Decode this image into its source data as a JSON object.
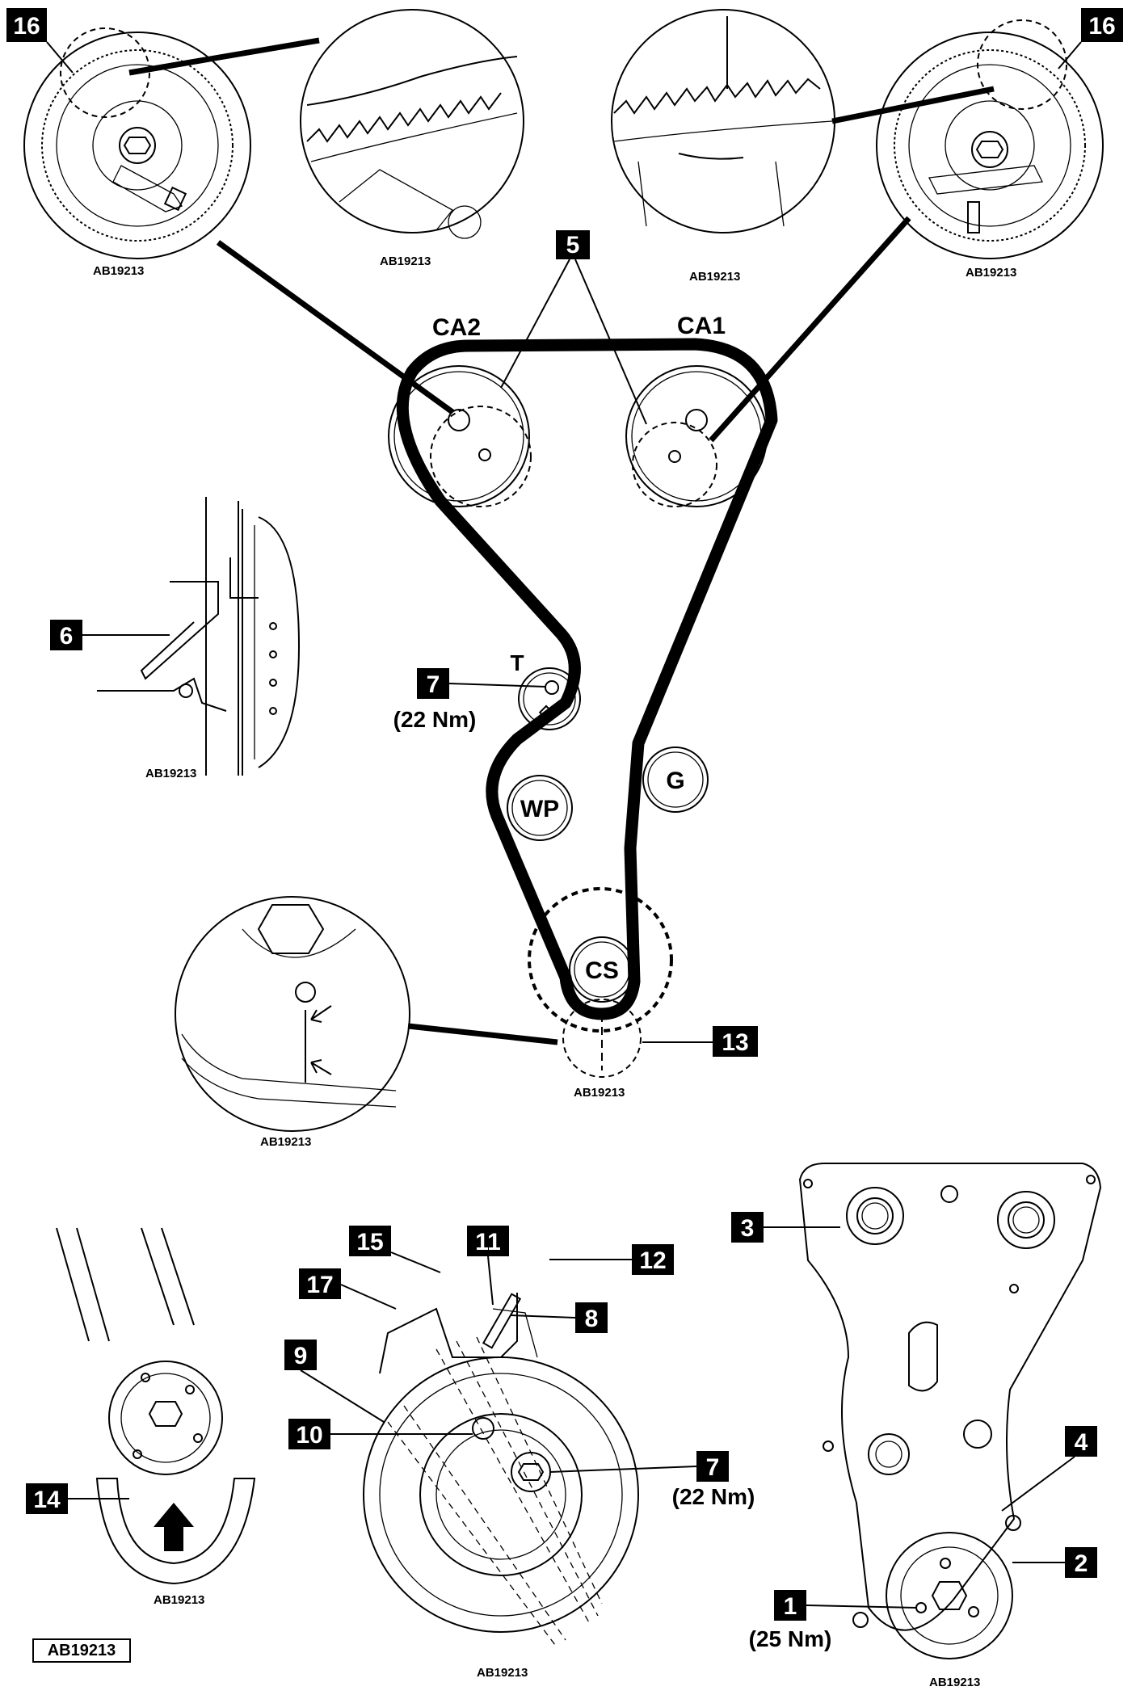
{
  "image_ref": "AB19213",
  "badges": {
    "b1": "1",
    "b2": "2",
    "b3": "3",
    "b4": "4",
    "b5": "5",
    "b6": "6",
    "b7a": "7",
    "b7b": "7",
    "b8": "8",
    "b9": "9",
    "b10": "10",
    "b11": "11",
    "b12": "12",
    "b13": "13",
    "b14": "14",
    "b15": "15",
    "b16a": "16",
    "b16b": "16",
    "b17": "17"
  },
  "pulleys": {
    "ca2": "CA2",
    "ca1": "CA1",
    "tensioner": "T",
    "water_pump": "WP",
    "idler": "G",
    "crankshaft": "CS"
  },
  "torques": {
    "tensioner_main": "(22 Nm)",
    "tensioner_detail": "(22 Nm)",
    "crank_bolt": "(25 Nm)"
  },
  "stamp": "AB19213"
}
